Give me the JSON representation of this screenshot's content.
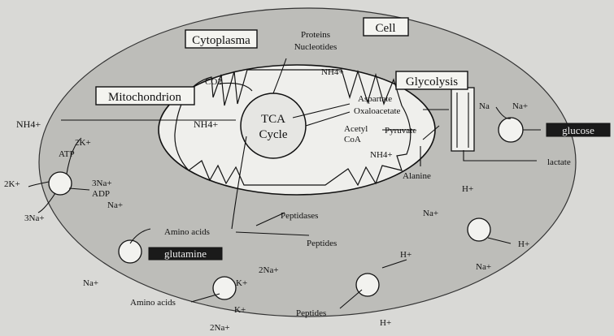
{
  "title_boxes": {
    "cell": "Cell",
    "cytoplasma": "Cytoplasma",
    "mitochondrion": "Mitochondrion",
    "glycolysis": "Glycolysis",
    "tca": [
      "TCA",
      "Cycle"
    ]
  },
  "substrates": {
    "glucose": "glucose",
    "glutamine": "glutamine"
  },
  "labels": {
    "proteins": "Proteins",
    "nucleotides": "Nucleotides",
    "nh4_top": "NH4+",
    "co2": "CO2",
    "aspartate": "Aspartate",
    "oxaloacetate": "Oxaloacetate",
    "acetyl": "Acetyl",
    "coa": "CoA",
    "pyruvate": "Pyruvate",
    "nh4_mid": "NH4+",
    "alanine": "Alanine",
    "lactate": "lactate",
    "nh4_left": "NH4+",
    "nh4_mito": "NH4+",
    "k2_top": "2K+",
    "atp": "ATP",
    "na3_top": "3Na+",
    "adp": "ADP",
    "k2_left": "2K+",
    "na3_bottom": "3Na+",
    "na_pump": "Na+",
    "amino_acids_1": "Amino acids",
    "peptidases": "Peptidases",
    "peptides_1": "Peptides",
    "na_gln": "Na+",
    "k_1": "K+",
    "na2_1": "2Na+",
    "amino_acids_2": "Amino acids",
    "k_2": "K+",
    "na2_2": "2Na+",
    "h_1": "H+",
    "peptides_2": "Peptides",
    "h_2": "H+",
    "h_top": "H+",
    "na_right1": "Na+",
    "h_right": "H+",
    "na_right2": "Na+",
    "na_glc_in": "Na",
    "na_glc_out": "Na+"
  }
}
